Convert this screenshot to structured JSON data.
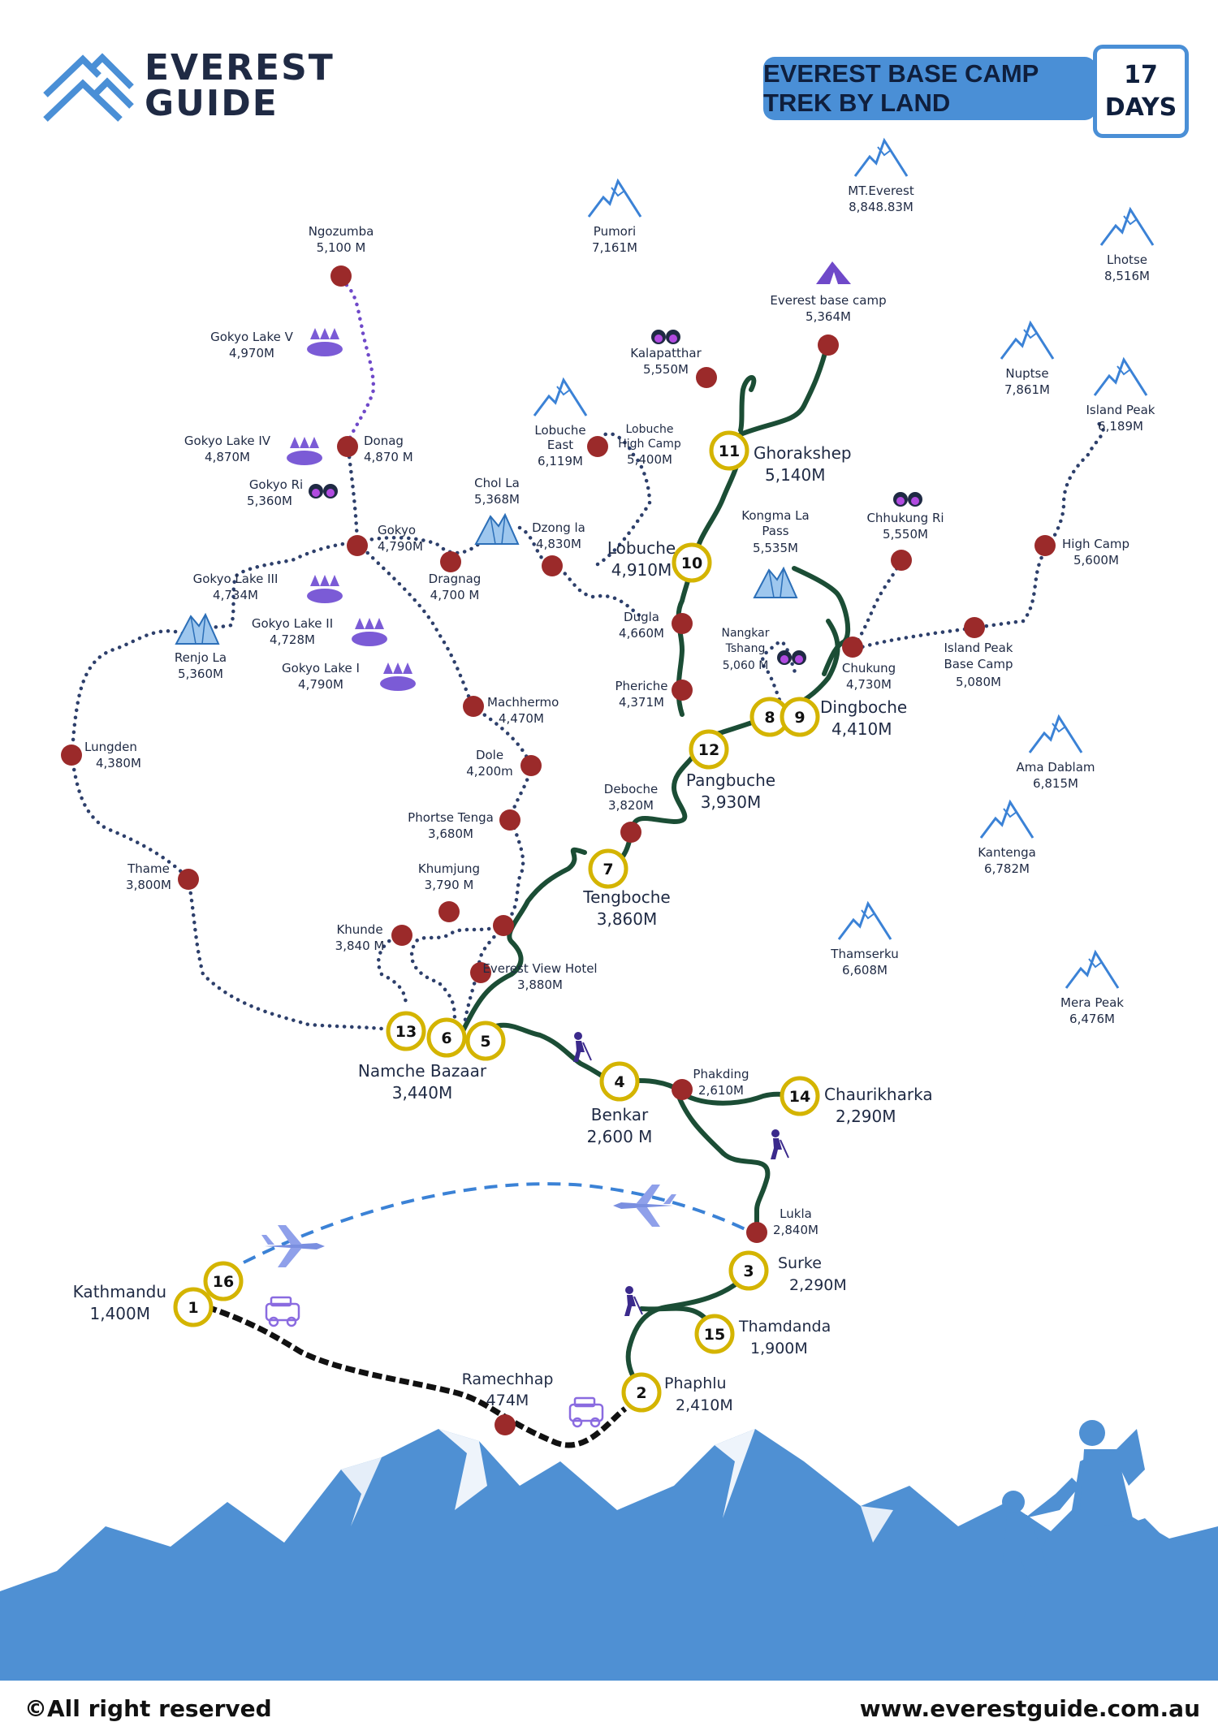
{
  "header": {
    "logo_line1": "EVEREST",
    "logo_line2": "GUIDE",
    "banner_title": "EVEREST BASE CAMP TREK BY LAND",
    "days_number": "17",
    "days_label": "DAYS"
  },
  "footer": {
    "copyright": "©All right reserved",
    "website": "www.everestguide.com.au"
  },
  "colors": {
    "route_green": "#1b4d35",
    "dotted_navy": "#2d3f6b",
    "stop_gold": "#d4b400",
    "waypoint_red": "#9b2a2a",
    "peak_blue": "#3b82d6",
    "flight_dash": "#3b82d6",
    "mountain_fill": "#4f90d3",
    "accent_purple": "#6f49c9"
  },
  "peaks": [
    {
      "name": "MT.Everest",
      "alt": "8,848.83M"
    },
    {
      "name": "Pumori",
      "alt": "7,161M"
    },
    {
      "name": "Lhotse",
      "alt": "8,516M"
    },
    {
      "name": "Nuptse",
      "alt": "7,861M"
    },
    {
      "name": "Island Peak",
      "alt": "6,189M"
    },
    {
      "name": "Lobuche East",
      "alt": "6,119M"
    },
    {
      "name": "Ama Dablam",
      "alt": "6,815M"
    },
    {
      "name": "Kantenga",
      "alt": "6,782M"
    },
    {
      "name": "Thamserku",
      "alt": "6,608M"
    },
    {
      "name": "Mera Peak",
      "alt": "6,476M"
    }
  ],
  "passes": [
    {
      "name": "Chol La",
      "alt": "5,368M"
    },
    {
      "name": "Kongma La Pass",
      "alt": "5,535M"
    },
    {
      "name": "Renjo La",
      "alt": "5,360M"
    }
  ],
  "stops": [
    {
      "day": "1",
      "name": "Kathmandu",
      "alt": "1,400M"
    },
    {
      "day": "16",
      "name": "",
      "alt": ""
    },
    {
      "day": "2",
      "name": "Phaphlu",
      "alt": "2,410M"
    },
    {
      "day": "3",
      "name": "Surke",
      "alt": "2,290M"
    },
    {
      "day": "4",
      "name": "Benkar",
      "alt": "2,600 M"
    },
    {
      "day": "5",
      "name": "",
      "alt": ""
    },
    {
      "day": "6",
      "name": "",
      "alt": ""
    },
    {
      "day": "13",
      "name": "Namche Bazaar",
      "alt": "3,440M"
    },
    {
      "day": "7",
      "name": "Tengboche",
      "alt": "3,860M"
    },
    {
      "day": "8",
      "name": "",
      "alt": ""
    },
    {
      "day": "9",
      "name": "Dingboche",
      "alt": "4,410M"
    },
    {
      "day": "10",
      "name": "Lobuche",
      "alt": "4,910M"
    },
    {
      "day": "11",
      "name": "Ghorakshep",
      "alt": "5,140M"
    },
    {
      "day": "12",
      "name": "Pangbuche",
      "alt": "3,930M"
    },
    {
      "day": "14",
      "name": "Chaurikharka",
      "alt": "2,290M"
    },
    {
      "day": "15",
      "name": "Thamdanda",
      "alt": "1,900M"
    }
  ],
  "waypoints": [
    {
      "name": "Ngozumba",
      "alt": "5,100 M"
    },
    {
      "name": "Donag",
      "alt": "4,870 M"
    },
    {
      "name": "Gokyo",
      "alt": "4,790M"
    },
    {
      "name": "Dragnag",
      "alt": "4,700 M"
    },
    {
      "name": "Dzong la",
      "alt": "4,830M"
    },
    {
      "name": "Lobuche High Camp",
      "alt": "5,400M"
    },
    {
      "name": "Kalapatthar",
      "alt": "5,550M"
    },
    {
      "name": "Everest base camp",
      "alt": "5,364M"
    },
    {
      "name": "Chhukung Ri",
      "alt": "5,550M"
    },
    {
      "name": "High Camp",
      "alt": "5,600M"
    },
    {
      "name": "Island Peak Base Camp",
      "alt": "5,080M"
    },
    {
      "name": "Chukung",
      "alt": "4,730M"
    },
    {
      "name": "Nangkar Tshang",
      "alt": "5,060 M"
    },
    {
      "name": "Dugla",
      "alt": "4,660M"
    },
    {
      "name": "Pheriche",
      "alt": "4,371M"
    },
    {
      "name": "Deboche",
      "alt": "3,820M"
    },
    {
      "name": "Machhermo",
      "alt": "4,470M"
    },
    {
      "name": "Dole",
      "alt": "4,200m"
    },
    {
      "name": "Phortse Tenga",
      "alt": "3,680M"
    },
    {
      "name": "Khumjung",
      "alt": "3,790 M"
    },
    {
      "name": "Khunde",
      "alt": "3,840 M"
    },
    {
      "name": "Everest View Hotel",
      "alt": "3,880M"
    },
    {
      "name": "Lungden",
      "alt": "4,380M"
    },
    {
      "name": "Thame",
      "alt": "3,800M"
    },
    {
      "name": "Phakding",
      "alt": "2,610M"
    },
    {
      "name": "Lukla",
      "alt": "2,840M"
    },
    {
      "name": "Ramechhap",
      "alt": "474M"
    }
  ],
  "lakes": [
    {
      "name": "Gokyo Lake V",
      "alt": "4,970M"
    },
    {
      "name": "Gokyo Lake IV",
      "alt": "4,870M"
    },
    {
      "name": "Gokyo Lake III",
      "alt": "4,734M"
    },
    {
      "name": "Gokyo Lake II",
      "alt": "4,728M"
    },
    {
      "name": "Gokyo Lake I",
      "alt": "4,790M"
    }
  ],
  "viewpoints": [
    {
      "name": "Gokyo Ri",
      "alt": "5,360M"
    }
  ]
}
